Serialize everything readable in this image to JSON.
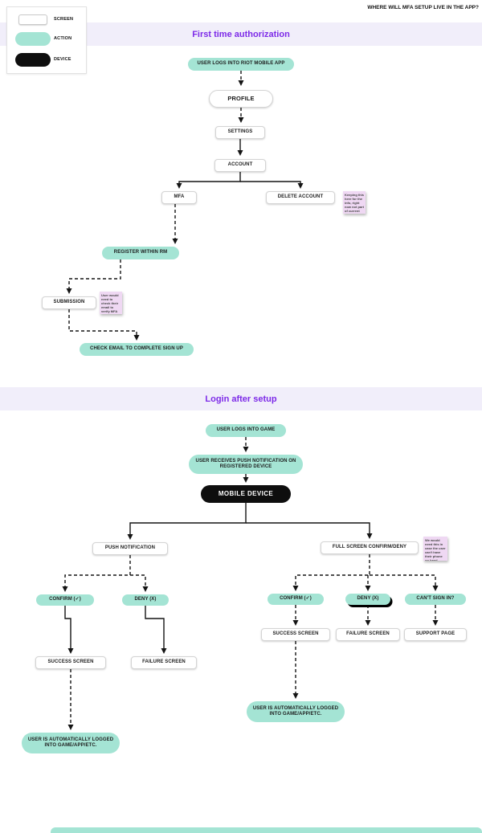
{
  "header": {
    "question": "WHERE WILL MFA SETUP LIVE IN THE APP?"
  },
  "legend": {
    "items": [
      {
        "label": "SCREEN",
        "type": "screen"
      },
      {
        "label": "ACTION",
        "type": "action"
      },
      {
        "label": "DEVICE",
        "type": "device"
      }
    ]
  },
  "colors": {
    "action_teal": "#A4E4D4",
    "device_black": "#0E0E0E",
    "title_purple": "#7D2AE8",
    "band_lavender": "#F1EEFA",
    "sticky_pink": "#EFD8F3"
  },
  "section1": {
    "title": "First time authorization",
    "nodes": [
      {
        "label": "USER LOGS INTO RIOT MOBILE APP",
        "type": "action"
      },
      {
        "label": "PROFILE",
        "type": "screen"
      },
      {
        "label": "SETTINGS",
        "type": "screen"
      },
      {
        "label": "ACCOUNT",
        "type": "screen"
      },
      {
        "label": "MFA",
        "type": "screen"
      },
      {
        "label": "DELETE ACCOUNT",
        "type": "screen"
      },
      {
        "label": "REGISTER WITHIN RM",
        "type": "action"
      },
      {
        "label": "SUBMISSION",
        "type": "screen"
      },
      {
        "label": "CHECK EMAIL TO COMPLETE SIGN UP",
        "type": "action"
      }
    ],
    "stickies": [
      {
        "text": "Keeping this here for the info, right now not part of current scope"
      },
      {
        "text": "User would need to check their email to verify MFA sign up"
      }
    ]
  },
  "section2": {
    "title": "Login after setup",
    "nodes": [
      {
        "label": "USER LOGS INTO GAME",
        "type": "action"
      },
      {
        "label": "USER RECEIVES PUSH NOTIFICATION ON REGISTERED DEVICE",
        "type": "action"
      },
      {
        "label": "MOBILE DEVICE",
        "type": "device"
      },
      {
        "label": "PUSH NOTIFICATION",
        "type": "screen"
      },
      {
        "label": "FULL SCREEN CONFIRM/DENY",
        "type": "screen"
      },
      {
        "label": "CONFIRM (✓)",
        "type": "action"
      },
      {
        "label": "DENY (X)",
        "type": "action"
      },
      {
        "label": "SUCCESS SCREEN",
        "type": "screen"
      },
      {
        "label": "FAILURE SCREEN",
        "type": "screen"
      },
      {
        "label": "USER IS AUTOMATICALLY LOGGED INTO GAME/APP/ETC.",
        "type": "action"
      },
      {
        "label": "CONFIRM (✓)",
        "type": "action"
      },
      {
        "label": "DENY (X)",
        "type": "action"
      },
      {
        "label": "CAN'T SIGN IN?",
        "type": "action"
      },
      {
        "label": "SUCCESS SCREEN",
        "type": "screen"
      },
      {
        "label": "FAILURE SCREEN",
        "type": "screen"
      },
      {
        "label": "SUPPORT PAGE",
        "type": "screen"
      },
      {
        "label": "USER IS AUTOMATICALLY LOGGED INTO GAME/APP/ETC.",
        "type": "action"
      }
    ],
    "stickies": [
      {
        "text": "We would need this in case the user can't have their phone on hand"
      }
    ]
  }
}
